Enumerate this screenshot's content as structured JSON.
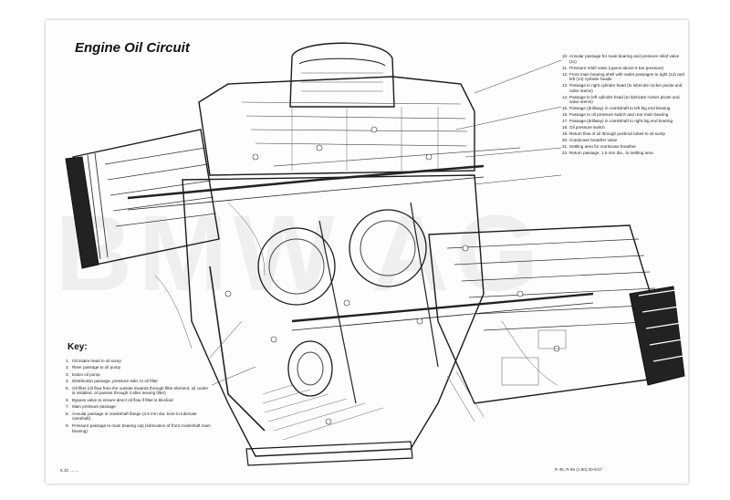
{
  "title": "Engine Oil Circuit",
  "watermark": "BMW AG",
  "key": {
    "heading": "Key:",
    "items": [
      {
        "n": "1.",
        "text": "Oil intake head in oil sump"
      },
      {
        "n": "2.",
        "text": "Riser passage to oil pump"
      },
      {
        "n": "3.",
        "text": "Eaton oil pump"
      },
      {
        "n": "4.",
        "text": "Distribution passage, pressure side, to oil filter"
      },
      {
        "n": "5.",
        "text": "Oil filter (oil flow from the outside inwards through filter element, oil cooler is installed, oil passes through it after leaving filter)"
      },
      {
        "n": "6.",
        "text": "Bypass valve to ensure direct oil flow if filter is blocked"
      },
      {
        "n": "7.",
        "text": "Main pressure passage"
      },
      {
        "n": "8.",
        "text": "Annular passage in crankshaft flange (3.5 mm dia. bore to lubricate camshaft)"
      },
      {
        "n": "9.",
        "text": "Pressure passage to main bearing cap (lubrication of front crankshaft main bearing)"
      }
    ]
  },
  "legend": [
    {
      "n": "10.",
      "text": "Annular passage for main bearing and pressure relief valve (11)"
    },
    {
      "n": "11.",
      "text": "Pressure relief valve (opens above 5 bar pressure)"
    },
    {
      "n": "12.",
      "text": "Front main bearing shell with outlet passages to right (13) and left (14) cylinder heads"
    },
    {
      "n": "13.",
      "text": "Passage to right cylinder head (to lubricate rocker pivots and valve stems)"
    },
    {
      "n": "14.",
      "text": "Passage to left cylinder head (to lubricate rocker pivots and valve stems)"
    },
    {
      "n": "15.",
      "text": "Passage (drillway) in crankshaft to left big end bearing"
    },
    {
      "n": "16.",
      "text": "Passage to oil pressure switch and rear main bearing"
    },
    {
      "n": "17.",
      "text": "Passage (drillway) in crankshaft to right big end bearing"
    },
    {
      "n": "18.",
      "text": "Oil pressure switch"
    },
    {
      "n": "19.",
      "text": "Return flow of oil through pushrod tubes to oil sump"
    },
    {
      "n": "20.",
      "text": "Crankcase breather valve"
    },
    {
      "n": "21.",
      "text": "Settling area for crankcase breather"
    },
    {
      "n": "22.",
      "text": "Return passage, 1.5 mm dia., to settling area"
    }
  ],
  "footer": {
    "left": "5.10   ........",
    "right": "R 45, R 65 (1.80)      00-6/17"
  }
}
